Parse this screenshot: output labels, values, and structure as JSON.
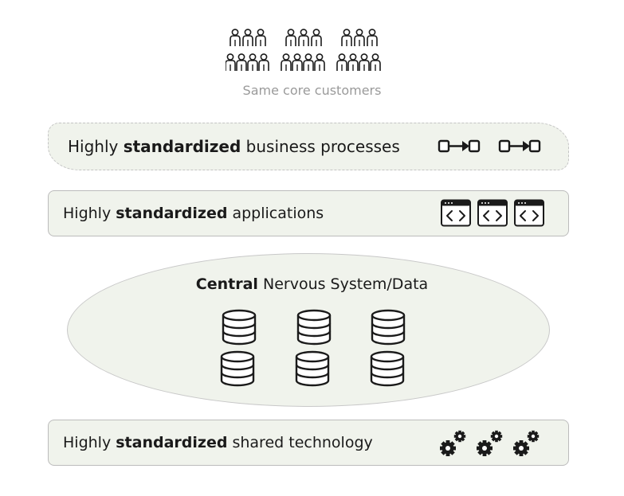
{
  "customers": {
    "label": "Same core customers",
    "icon": "people-group-icon",
    "group_count": 3
  },
  "layers": {
    "processes": {
      "prefix": "Highly ",
      "bold": "standardized",
      "suffix": " business processes",
      "icon": "process-flow-icon",
      "icon_count": 2
    },
    "applications": {
      "prefix": "Highly ",
      "bold": "standardized",
      "suffix": " applications",
      "icon": "code-window-icon",
      "icon_count": 3
    },
    "technology": {
      "prefix": "Highly ",
      "bold": "standardized",
      "suffix": " shared technology",
      "icon": "gears-icon",
      "icon_count": 3
    }
  },
  "data_core": {
    "bold": "Central",
    "suffix": " Nervous System/Data",
    "icon": "database-icon",
    "icon_count": 6
  },
  "colors": {
    "layer_fill": "#f0f3ec",
    "border": "#bcbcbc",
    "icon": "#1a1a1a",
    "muted_text": "#9a9a9a"
  }
}
